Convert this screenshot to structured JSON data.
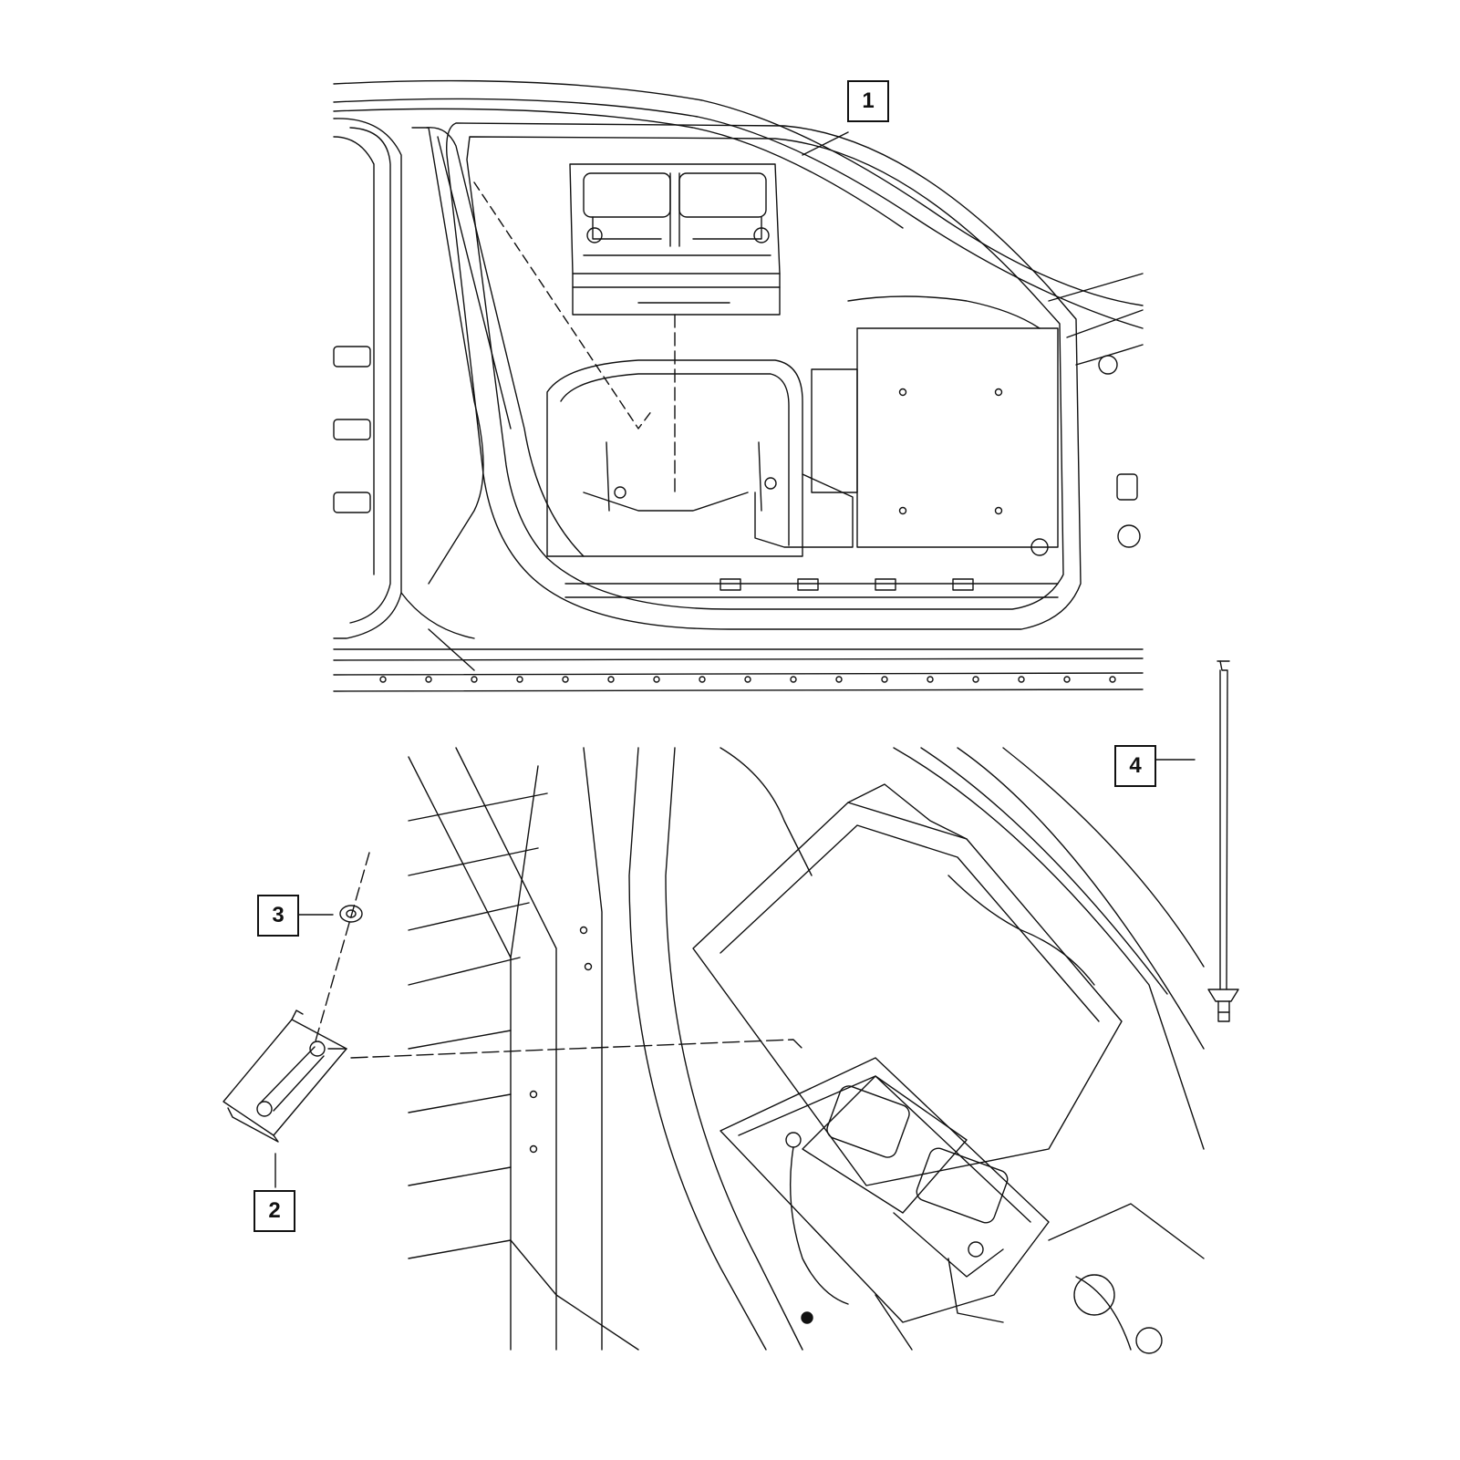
{
  "diagram": {
    "colors": {
      "line": "#111111",
      "background": "#ffffff"
    },
    "callouts": [
      {
        "id": "1",
        "label": "1"
      },
      {
        "id": "2",
        "label": "2"
      },
      {
        "id": "3",
        "label": "3"
      },
      {
        "id": "4",
        "label": "4"
      }
    ]
  }
}
